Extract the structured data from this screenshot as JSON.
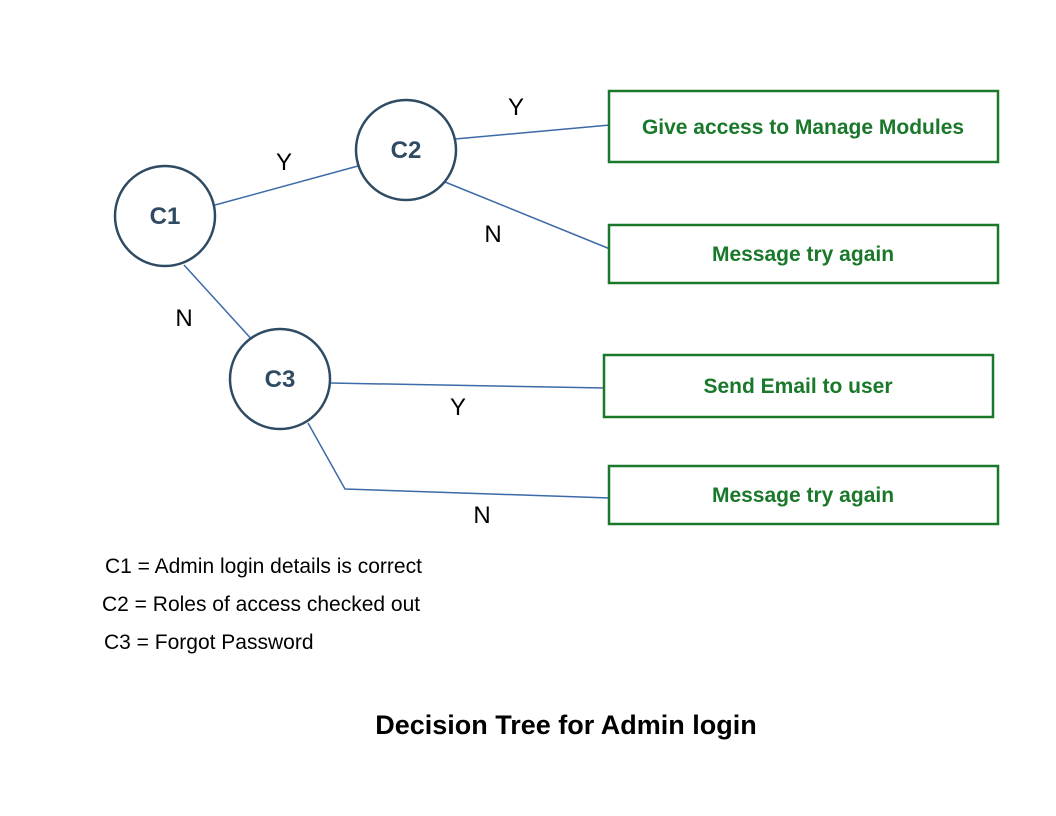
{
  "nodes": {
    "c1": "C1",
    "c2": "C2",
    "c3": "C3"
  },
  "edge_labels": {
    "c1_c2": "Y",
    "c1_c3": "N",
    "c2_access": "Y",
    "c2_retry": "N",
    "c3_email": "Y",
    "c3_retry": "N"
  },
  "outcomes": {
    "access": "Give access to Manage Modules",
    "retry_1": "Message try again",
    "email": "Send Email to user",
    "retry_2": "Message try again"
  },
  "legend": [
    "C1 = Admin login details is correct",
    "C2 = Roles of access checked out",
    "C3 = Forgot Password"
  ],
  "title": "Decision Tree for Admin login",
  "colors": {
    "edge": "#3d6aa8",
    "node_stroke": "#2f4b63",
    "outcome": "#19782a"
  }
}
